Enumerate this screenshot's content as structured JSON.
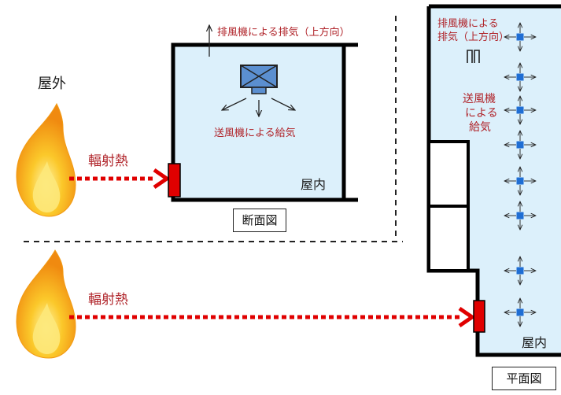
{
  "labels": {
    "outdoor": "屋外",
    "radiant_heat_top": "輻射熱",
    "radiant_heat_bottom": "輻射熱",
    "exhaust_section": "排風機による排気（上方向）",
    "supply_section": "送風機による給気",
    "indoor_section": "屋内",
    "section_view": "断面図",
    "exhaust_plan_line1": "排風機による",
    "exhaust_plan_line2": "排気（上方向）",
    "supply_plan_line1": "送風機",
    "supply_plan_line2": "による",
    "supply_plan_line3": "給気",
    "indoor_plan": "屋内",
    "plan_view": "平面図"
  },
  "colors": {
    "room_fill": "#dcf0fb",
    "wall": "#000000",
    "window": "#e00000",
    "heat_arrow": "#e00000",
    "label_red": "#b0242a",
    "fan_blue": "#1f6ed4",
    "flame_outer": "#f7a21b",
    "flame_inner": "#fbe35a"
  },
  "icons": {
    "flame": "flame-icon",
    "supply_fan": "supply-fan-icon",
    "exhaust_fan": "exhaust-fan-icon"
  }
}
